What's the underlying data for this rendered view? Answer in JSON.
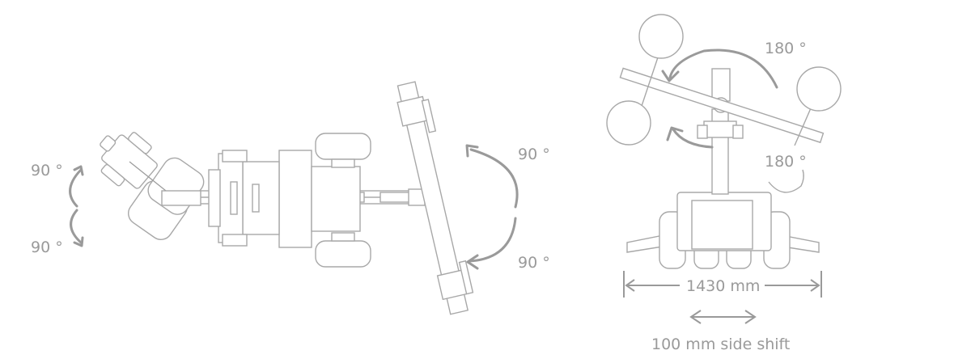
{
  "labels": {
    "left_rotate_up": "90 °",
    "left_rotate_down": "90 °",
    "right_rotate_up": "90 °",
    "right_rotate_down": "90 °",
    "top_rotate_outer": "180 °",
    "top_rotate_inner": "180 °",
    "width_dimension": "1430 mm",
    "side_shift": "100 mm side shift"
  },
  "colors": {
    "line": "#b0b0b0",
    "text": "#9a9a9a",
    "background": "#ffffff"
  }
}
